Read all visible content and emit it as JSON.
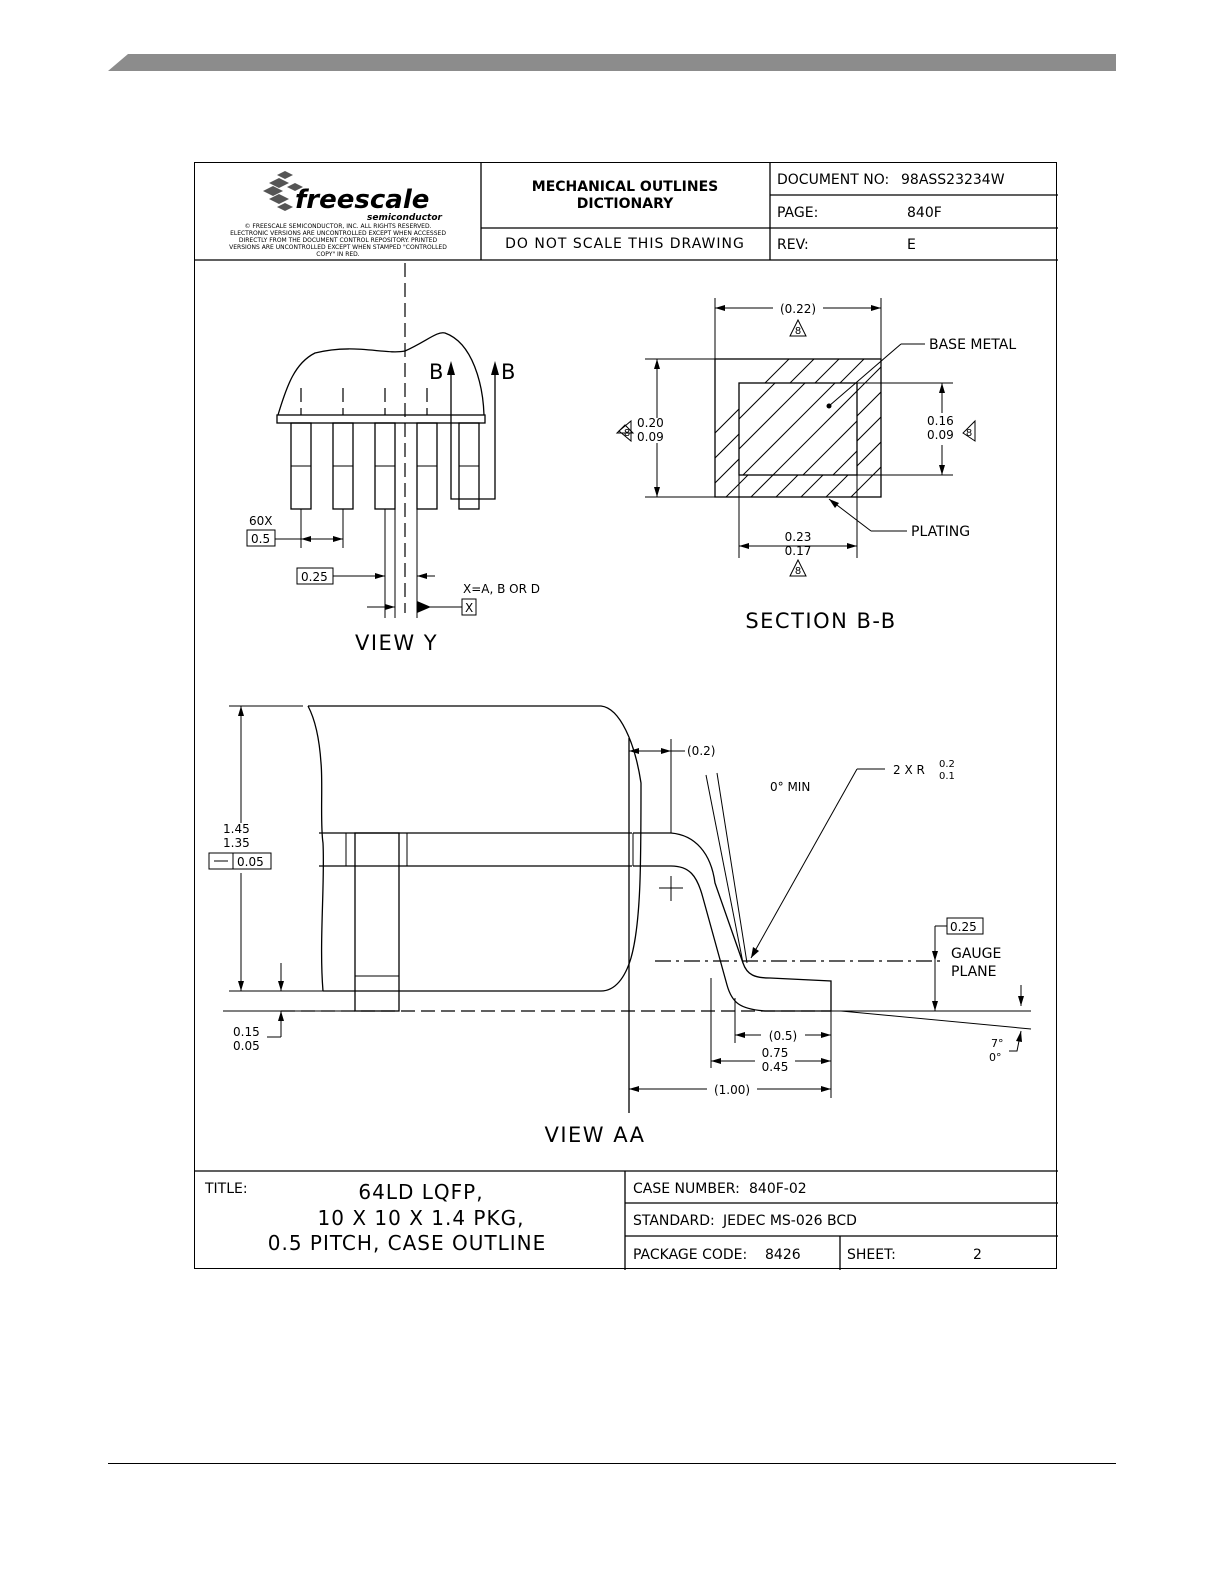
{
  "header": {
    "company": "freescale",
    "company_sub": "semiconductor",
    "copyright_lines": [
      "© FREESCALE SEMICONDUCTOR, INC.  ALL RIGHTS RESERVED.",
      "ELECTRONIC VERSIONS ARE UNCONTROLLED EXCEPT WHEN ACCESSED",
      "DIRECTLY FROM THE DOCUMENT CONTROL REPOSITORY. PRINTED",
      "VERSIONS ARE UNCONTROLLED EXCEPT WHEN STAMPED \"CONTROLLED",
      "COPY\" IN RED."
    ],
    "dict_title_1": "MECHANICAL OUTLINES",
    "dict_title_2": "DICTIONARY",
    "do_not_scale": "DO NOT SCALE THIS DRAWING",
    "doc_no_label": "DOCUMENT NO:",
    "doc_no_value": "98ASS23234W",
    "page_label": "PAGE:",
    "page_value": "840F",
    "rev_label": "REV:",
    "rev_value": "E"
  },
  "view_y": {
    "title": "VIEW Y",
    "label_b1": "B",
    "label_b2": "B",
    "count": "60X",
    "pitch": "0.5",
    "width": "0.25",
    "datum_note": "X=A, B OR D",
    "datum_box": "X"
  },
  "section_bb": {
    "title": "SECTION B-B",
    "top_dim": "(0.22)",
    "note": "8",
    "base_metal": "BASE METAL",
    "plating": "PLATING",
    "left_dim_max": "0.20",
    "left_dim_min": "0.09",
    "right_dim_max": "0.16",
    "right_dim_min": "0.09",
    "bottom_dim_max": "0.23",
    "bottom_dim_min": "0.17"
  },
  "view_aa": {
    "title": "VIEW AA",
    "height_max": "1.45",
    "height_min": "1.35",
    "flatness": "0.05",
    "standoff_max": "0.15",
    "standoff_min": "0.05",
    "lead_dim": "(0.2)",
    "angle_min": "0° MIN",
    "radius_prefix": "2 X R",
    "radius_max": "0.2",
    "radius_min": "0.1",
    "gauge": "0.25",
    "gauge_line1": "GAUGE",
    "gauge_line2": "PLANE",
    "angle_max": "7°",
    "angle_zero": "0°",
    "foot_ref": "(0.5)",
    "foot_max": "0.75",
    "foot_min": "0.45",
    "total_ref": "(1.00)"
  },
  "footer": {
    "title_label": "TITLE:",
    "title_1": "64LD LQFP,",
    "title_2": "10 X 10 X 1.4 PKG,",
    "title_3": "0.5 PITCH, CASE OUTLINE",
    "case_label": "CASE NUMBER:",
    "case_value": "840F-02",
    "standard_label": "STANDARD:",
    "standard_value": "JEDEC MS-026 BCD",
    "package_label": "PACKAGE CODE:",
    "package_value": "8426",
    "sheet_label": "SHEET:",
    "sheet_value": "2"
  }
}
